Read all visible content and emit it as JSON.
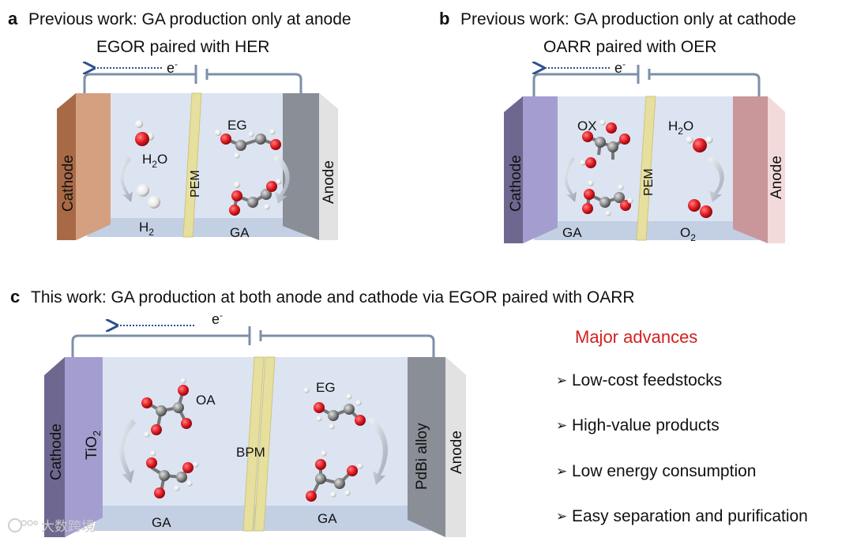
{
  "panels": {
    "a": {
      "letter": "a",
      "title": "Previous work: GA production only at anode",
      "subtitle": "EGOR paired with HER",
      "electron": "e",
      "electron_sup": "-",
      "left_electrode": "Cathode",
      "right_electrode": "Anode",
      "membrane": "PEM",
      "labels": {
        "water_sub1": "H",
        "water_sub2": "2",
        "water_sub3": "O",
        "h2_1": "H",
        "h2_2": "2",
        "eg": "EG",
        "ga": "GA"
      }
    },
    "b": {
      "letter": "b",
      "title": "Previous work: GA production only at cathode",
      "subtitle": "OARR paired with OER",
      "electron": "e",
      "electron_sup": "-",
      "left_electrode": "Cathode",
      "right_electrode": "Anode",
      "membrane": "PEM",
      "labels": {
        "ox": "OX",
        "water1": "H",
        "water2": "2",
        "water3": "O",
        "ga": "GA",
        "o2_1": "O",
        "o2_2": "2"
      }
    },
    "c": {
      "letter": "c",
      "title": "This work: GA production at both anode and cathode via EGOR paired with OARR",
      "electron": "e",
      "electron_sup": "-",
      "left_electrode": "Cathode",
      "left_catalyst_1": "TiO",
      "left_catalyst_2": "2",
      "right_electrode": "Anode",
      "right_catalyst": "PdBi alloy",
      "membrane": "BPM",
      "labels": {
        "oa": "OA",
        "eg": "EG",
        "ga_left": "GA",
        "ga_right": "GA"
      }
    }
  },
  "advances": {
    "title": "Major advances",
    "bullet": "➢",
    "items": [
      "Low-cost feedstocks",
      "High-value products",
      "Low energy consumption",
      "Easy separation and purification"
    ]
  },
  "watermark": "大数跨境",
  "colors": {
    "cathode_a": "#c48a68",
    "cathode_b": "#8f88b8",
    "anode_a": "#8a8e96",
    "anode_b": "#d7a6a8",
    "cell": "#dce4f2",
    "membrane": "#e6df9e",
    "oxygen": "#e31b23",
    "carbon": "#8a8a8a",
    "hydrogen": "#f2f2f2",
    "highlight": "#d32020"
  }
}
